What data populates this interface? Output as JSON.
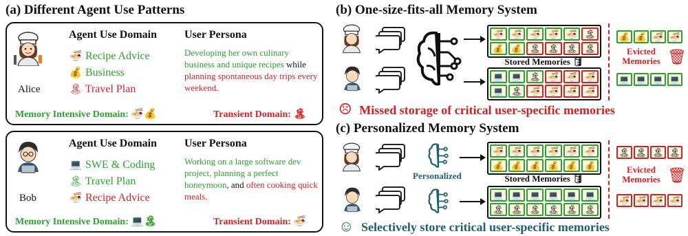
{
  "panel_a": {
    "title": "(a) Different Agent Use Patterns",
    "alice": {
      "name": "Alice",
      "domain_header": "Agent Use Domain",
      "persona_header": "User Persona",
      "domains": [
        {
          "icon": "🍜",
          "label": "Recipe Advice",
          "color": "green"
        },
        {
          "icon": "💰",
          "label": "Business",
          "color": "green"
        },
        {
          "icon": "🏝",
          "label": "Travel Plan",
          "color": "red"
        }
      ],
      "persona_green": "Developing her own culinary business and unique recipes",
      "persona_mid": " while ",
      "persona_red": "planning spontaneous day trips every weekend",
      "persona_end": ".",
      "intensive_label": "Memory Intensive Domain:",
      "intensive_icons": "🍜💰",
      "transient_label": "Transient Domain:",
      "transient_icons": "🏝"
    },
    "bob": {
      "name": "Bob",
      "domain_header": "Agent Use Domain",
      "persona_header": "User Persona",
      "domains": [
        {
          "icon": "💻",
          "label": "SWE & Coding",
          "color": "green"
        },
        {
          "icon": "🏝",
          "label": "Travel Plan",
          "color": "green"
        },
        {
          "icon": "🍜",
          "label": "Recipe Advice",
          "color": "red"
        }
      ],
      "persona_green": "Working on a large software dev project, planning a perfect honeymoon",
      "persona_mid": ", and ",
      "persona_red": "often cooking quick meals",
      "persona_end": ".",
      "intensive_label": "Memory Intensive Domain:",
      "intensive_icons": "💻🏝",
      "transient_label": "Transient Domain:",
      "transient_icons": "🍜"
    }
  },
  "panel_b": {
    "title": "(b) One-size-fits-all Memory System",
    "stored_label": "Stored Memories",
    "evicted_label": "Evicted Memories",
    "status_text": "Missed storage of critical user-specific memories",
    "status_icon": "☹"
  },
  "panel_c": {
    "title": "(c) Personalized Memory System",
    "personalized_label": "Personalized",
    "stored_label": "Stored Memories",
    "evicted_label": "Evicted Memories",
    "status_text": "Selectively store critical user-specific memories",
    "status_icon": "☺"
  },
  "icons": {
    "noodle": "🍜",
    "money": "💰",
    "beach": "🏝",
    "laptop": "💻",
    "trash": "🗑",
    "database": "🛢",
    "brain": "🧠",
    "chat": "💬"
  },
  "colors": {
    "green": "#2aa12a",
    "red": "#d42020",
    "teal": "#1e5f74"
  }
}
